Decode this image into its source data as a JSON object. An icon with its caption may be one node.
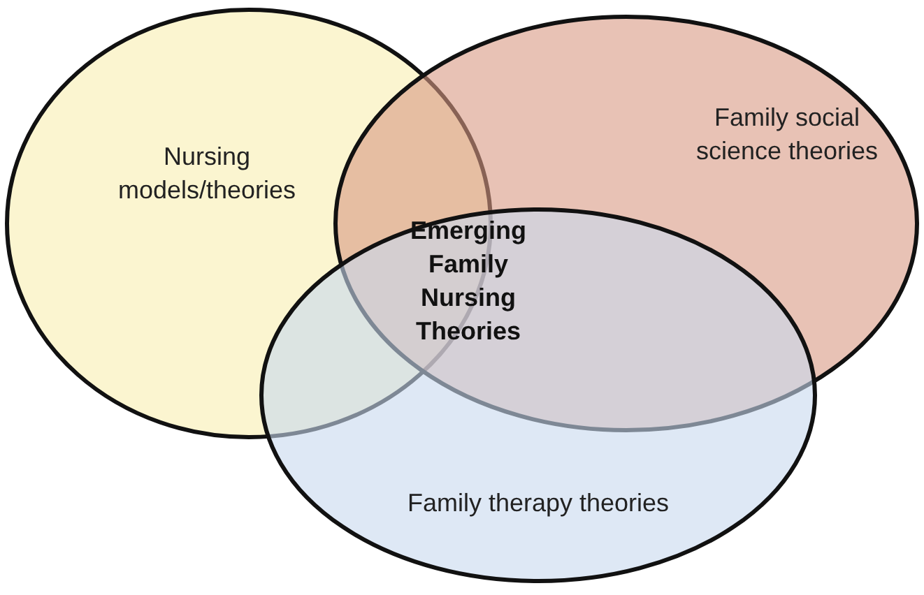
{
  "diagram": {
    "nodes": [
      {
        "text": [
          "Nursing models/theories"
        ]
      },
      {
        "text": [
          "Family social science theories"
        ]
      },
      {
        "text": [
          "Family therapy theories"
        ]
      }
    ],
    "edges": [],
    "labels": [
      "Emerging Family Nursing Theories"
    ]
  }
}
